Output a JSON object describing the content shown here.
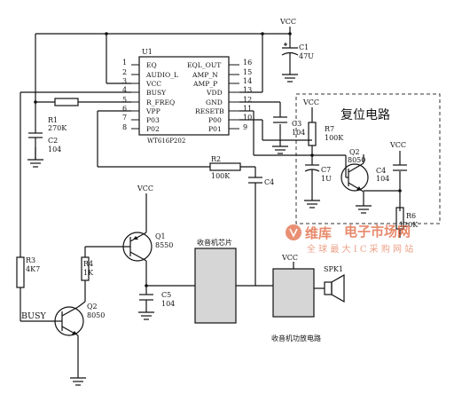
{
  "ic": {
    "ref": "U1",
    "part": "WT616P202",
    "left_pins": [
      {
        "num": "1",
        "name": "EQ"
      },
      {
        "num": "2",
        "name": "AUDIO_L"
      },
      {
        "num": "3",
        "name": "VCC"
      },
      {
        "num": "4",
        "name": "BUSY"
      },
      {
        "num": "5",
        "name": "R_FREQ"
      },
      {
        "num": "6",
        "name": "VPP"
      },
      {
        "num": "7",
        "name": "P03"
      },
      {
        "num": "8",
        "name": "P02"
      }
    ],
    "right_pins": [
      {
        "num": "16",
        "name": "EQL_OUT"
      },
      {
        "num": "15",
        "name": "AMP_N"
      },
      {
        "num": "14",
        "name": "AMP_P"
      },
      {
        "num": "13",
        "name": "VDD"
      },
      {
        "num": "12",
        "name": "GND"
      },
      {
        "num": "11",
        "name": "RESETB"
      },
      {
        "num": "10",
        "name": "P00"
      },
      {
        "num": "9",
        "name": "P01"
      }
    ]
  },
  "power_labels": {
    "vcc_top": "VCC",
    "vcc_r7": "VCC",
    "vcc_c4": "VCC",
    "vcc_q1": "VCC",
    "vcc_amp": "VCC"
  },
  "components": {
    "c1": {
      "ref": "C1",
      "value": "47U"
    },
    "r1": {
      "ref": "R1",
      "value": "270K"
    },
    "c2": {
      "ref": "C2",
      "value": "104"
    },
    "c3": {
      "ref": "C3",
      "value": "104"
    },
    "r7": {
      "ref": "R7",
      "value": "100K"
    },
    "c7": {
      "ref": "C7",
      "value": "1U"
    },
    "q2_reset": {
      "ref": "Q2",
      "value": "8050"
    },
    "c4_reset": {
      "ref": "C4",
      "value": "104"
    },
    "r6": {
      "ref": "R6",
      "value": "120K"
    },
    "r2": {
      "ref": "R2",
      "value": "100K"
    },
    "c4": {
      "ref": "C4"
    },
    "q1": {
      "ref": "Q1",
      "value": "8550"
    },
    "r4": {
      "ref": "R4",
      "value": "1K"
    },
    "r3": {
      "ref": "R3",
      "value": "4K7"
    },
    "c5": {
      "ref": "C5",
      "value": "104"
    },
    "q2": {
      "ref": "Q2",
      "value": "8050"
    },
    "spk": {
      "ref": "SPK1"
    }
  },
  "labels": {
    "reset_circuit": "复位电路",
    "radio_chip": "收音机芯片",
    "radio_amp": "收音机功放电路",
    "busy": "BUSY"
  },
  "watermark": {
    "brand": "维库",
    "title": "电子市场网",
    "slogan": "全 球 最 大 I C 采 购 网 站"
  }
}
